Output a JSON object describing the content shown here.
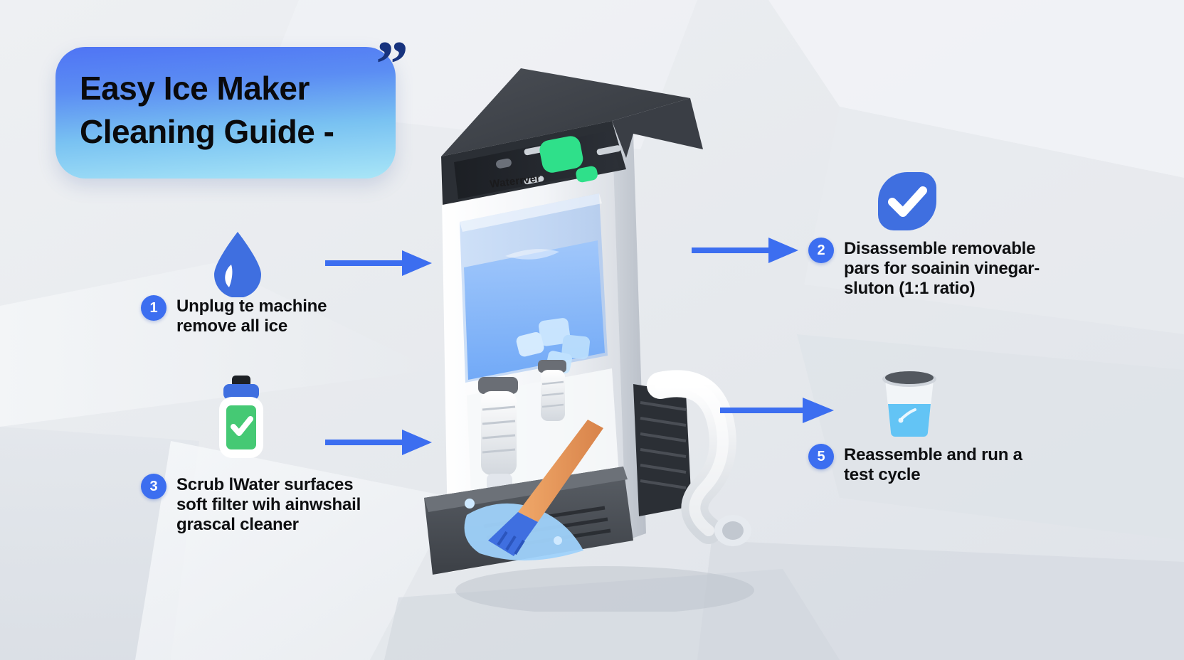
{
  "infographic": {
    "title_line1": "Easy Ice Maker",
    "title_line2": "Cleaning Guide -",
    "quote_mark": "”",
    "theme": {
      "accent_blue": "#3c6ef0",
      "badge_gradient_start": "#4f74f4",
      "badge_gradient_end": "#a9e6f7",
      "green": "#45c974",
      "background": "#e9ebee",
      "text_dark": "#0e0f11"
    }
  },
  "device": {
    "brand_label": "Waterrver",
    "panel_color": "#2f3237",
    "indicator_color": "#2fe08a"
  },
  "steps": [
    {
      "number": "1",
      "icon": "water-drop-icon",
      "text": "Unplug te machine\nremove all ice"
    },
    {
      "number": "2",
      "icon": "check-square-icon",
      "text": "Disassemble removable\npars for soainin vinegar-\nsluton (1:1 ratio)"
    },
    {
      "number": "3",
      "icon": "spray-bottle-icon",
      "text": "Scrub lWater surfaces\nsoft filter wih ainwshail\ngrascal cleaner"
    },
    {
      "number": "5",
      "icon": "measuring-cup-icon",
      "text": "Reassemble and run a\ntest cycle"
    }
  ],
  "arrows": [
    {
      "name": "arrow-step1-to-device"
    },
    {
      "name": "arrow-device-to-step2"
    },
    {
      "name": "arrow-step3-to-device"
    },
    {
      "name": "arrow-device-to-step5"
    }
  ]
}
